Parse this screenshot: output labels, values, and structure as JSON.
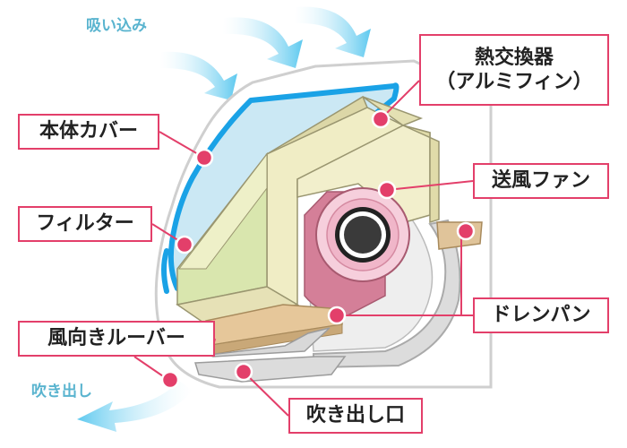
{
  "diagram": {
    "flow": {
      "intake": "吸い込み",
      "outlet": "吹き出し"
    },
    "labels": {
      "body_cover": "本体カバー",
      "filter": "フィルター",
      "louver": "風向きルーバー",
      "heat_exchanger_line1": "熱交換器",
      "heat_exchanger_line2": "（アルミフィン）",
      "fan": "送風ファン",
      "drain_pan": "ドレンパン",
      "outlet_port": "吹き出し口"
    },
    "colors": {
      "accent": "#e33f6a",
      "arrow": "#5ec9ef",
      "flow_text": "#5ab4cf",
      "filter_frame": "#1aa2e6"
    }
  }
}
